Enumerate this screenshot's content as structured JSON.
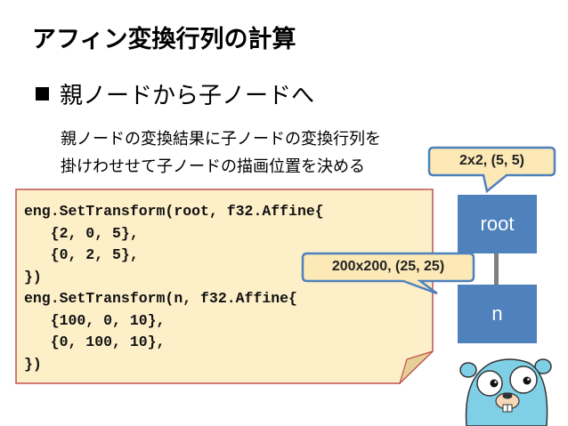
{
  "slide": {
    "title": "アフィン変換行列の計算",
    "bullet": "親ノードから子ノードへ",
    "description": [
      "親ノードの変換結果に子ノードの変換行列を",
      "掛けわせせて子ノードの描画位置を決める"
    ]
  },
  "code": {
    "lines": [
      "eng.SetTransform(root, f32.Affine{",
      "   {2, 0, 5},",
      "   {0, 2, 5},",
      "})",
      "eng.SetTransform(n, f32.Affine{",
      "   {100, 0, 10},",
      "   {0, 100, 10},",
      "})"
    ]
  },
  "tree": {
    "root_label": "root",
    "child_label": "n"
  },
  "callouts": {
    "root_transform": "2x2, (5, 5)",
    "n_transform": "200x200, (25, 25)"
  },
  "colors": {
    "node_fill": "#4f81bd",
    "callout_fill": "#fce9b6",
    "callout_border": "#4f81bd",
    "note_fill": "#fdf0c9",
    "note_border": "#c0504d"
  },
  "icons": {
    "mascot": "gopher-icon"
  }
}
